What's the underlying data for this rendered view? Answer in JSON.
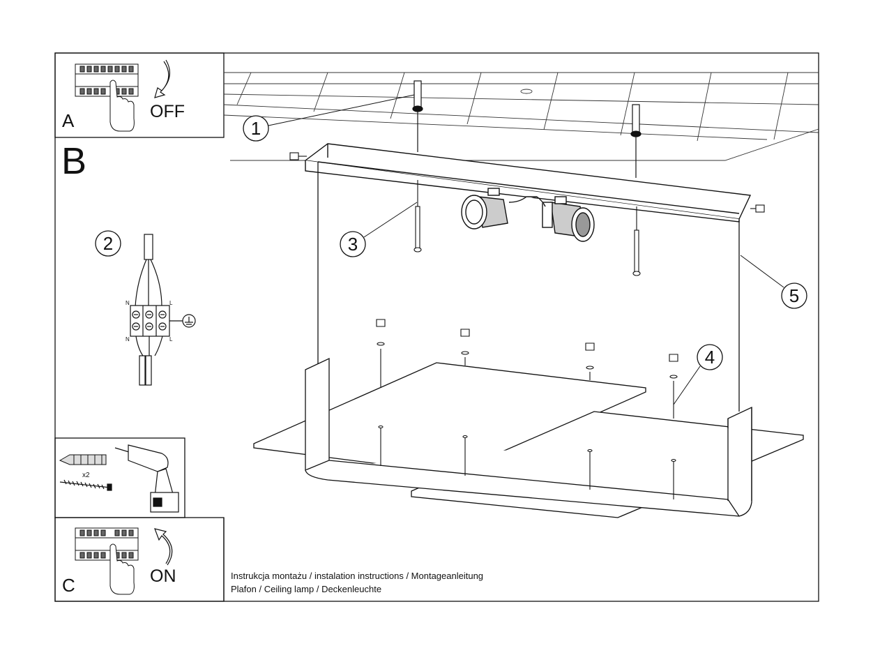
{
  "panels": {
    "a": {
      "letter": "A",
      "label": "OFF"
    },
    "b": {
      "letter": "B"
    },
    "c": {
      "letter": "C",
      "label": "ON"
    }
  },
  "callouts": [
    "1",
    "2",
    "3",
    "4",
    "5"
  ],
  "wiring": {
    "n_top": "N",
    "l_top": "L",
    "n_bottom": "N",
    "l_bottom": "L"
  },
  "tools": {
    "quantity": "x2"
  },
  "footer": {
    "line1": "Instrukcja montażu / instalation instructions / Montageanleitung",
    "line2": "Plafon / Ceiling lamp / Deckenleuchte"
  }
}
